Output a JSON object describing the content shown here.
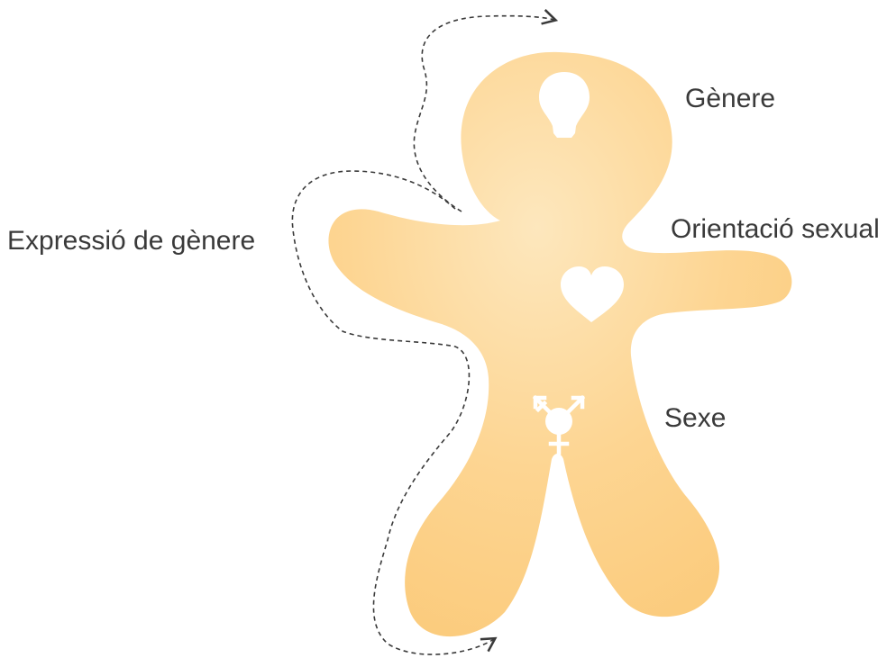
{
  "labels": {
    "gender": "Gènere",
    "orientation": "Orientació sexual",
    "expression": "Expressió de gènere",
    "sex": "Sexe"
  },
  "icons": {
    "head": "lightbulb-icon",
    "chest": "heart-icon",
    "belly": "transgender-symbol-icon"
  },
  "colors": {
    "body": "#fcd38b",
    "body_light": "#fde3b0",
    "icon": "#ffffff",
    "text": "#3a3a3a",
    "arrow": "#3a3a3a"
  }
}
